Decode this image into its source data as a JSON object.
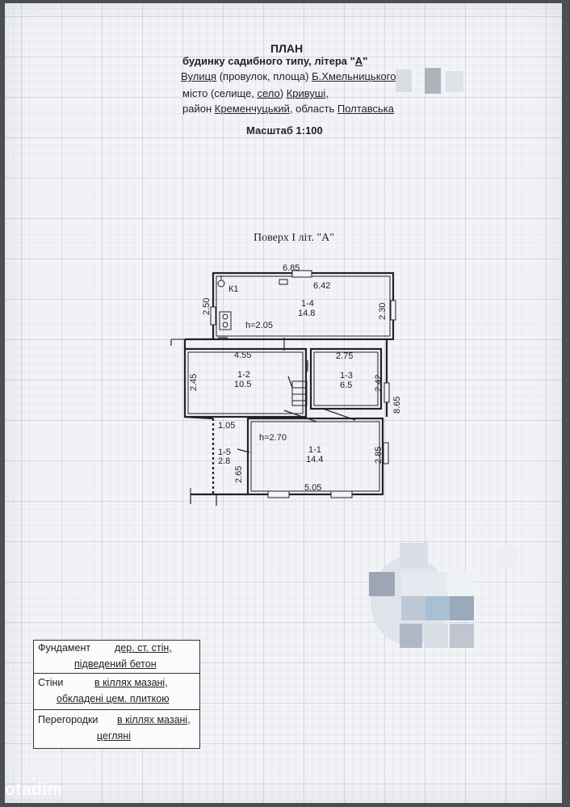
{
  "title": "ПЛАН",
  "subtitle_prefix": "будинку садибного типу, літера \"",
  "subtitle_letter": "А",
  "subtitle_suffix": "\"",
  "address": {
    "street_label": "Вулиця",
    "street_rest": "(провулок, площа)",
    "street_value": "Б.Хмельницького",
    "city_label": "місто (селище,",
    "city_selected": "село",
    "city_close": ")",
    "city_value": "Кривуші,",
    "district_label": "район",
    "district_value": "Кременчуцький",
    "region_label": ", область",
    "region_value": "Полтавська"
  },
  "scale": "Масштаб 1:100",
  "floor_caption": "Поверх I літ. \"А\"",
  "plan": {
    "dimensions": {
      "top_outer": "6.85",
      "top_inner": "6.42",
      "left_upper": "2.50",
      "right_upper": "2.30",
      "mid_left": "4.55",
      "mid_right": "2.75",
      "left_middle": "2.45",
      "right_room3": "2.42",
      "right_total": "8.65",
      "porch_width": "1.05",
      "porch_height": "2.65",
      "right_room1": "2.85",
      "bottom": "5.05"
    },
    "heights": [
      "h=2.05",
      "h=2.70"
    ],
    "rooms": [
      {
        "id": "1-4",
        "area": "14.8"
      },
      {
        "id": "1-2",
        "area": "10.5"
      },
      {
        "id": "1-3",
        "area": "6.5"
      },
      {
        "id": "1-1",
        "area": "14.4"
      },
      {
        "id": "1-5",
        "area": "2.8"
      }
    ],
    "fixture_label": "К1"
  },
  "materials": {
    "foundation_label": "Фундамент",
    "foundation_value_1": "дер. ст. стін,",
    "foundation_value_2": "підведений бетон",
    "walls_label": "Стіни",
    "walls_value_1": "в кіллях мазані,",
    "walls_value_2": "обкладені цем. плиткою",
    "partitions_label": "Перегородки",
    "partitions_value_1": "в кіллях мазані,",
    "partitions_value_2": "цегляні"
  },
  "watermark": "otadim",
  "colors": {
    "ink": "#222222",
    "paper": "#f2f3f6",
    "grid": "#8c96b4",
    "redaction": [
      "#c9ced8",
      "#a9b4c6",
      "#b8c8d8",
      "#9aa6b8"
    ]
  }
}
